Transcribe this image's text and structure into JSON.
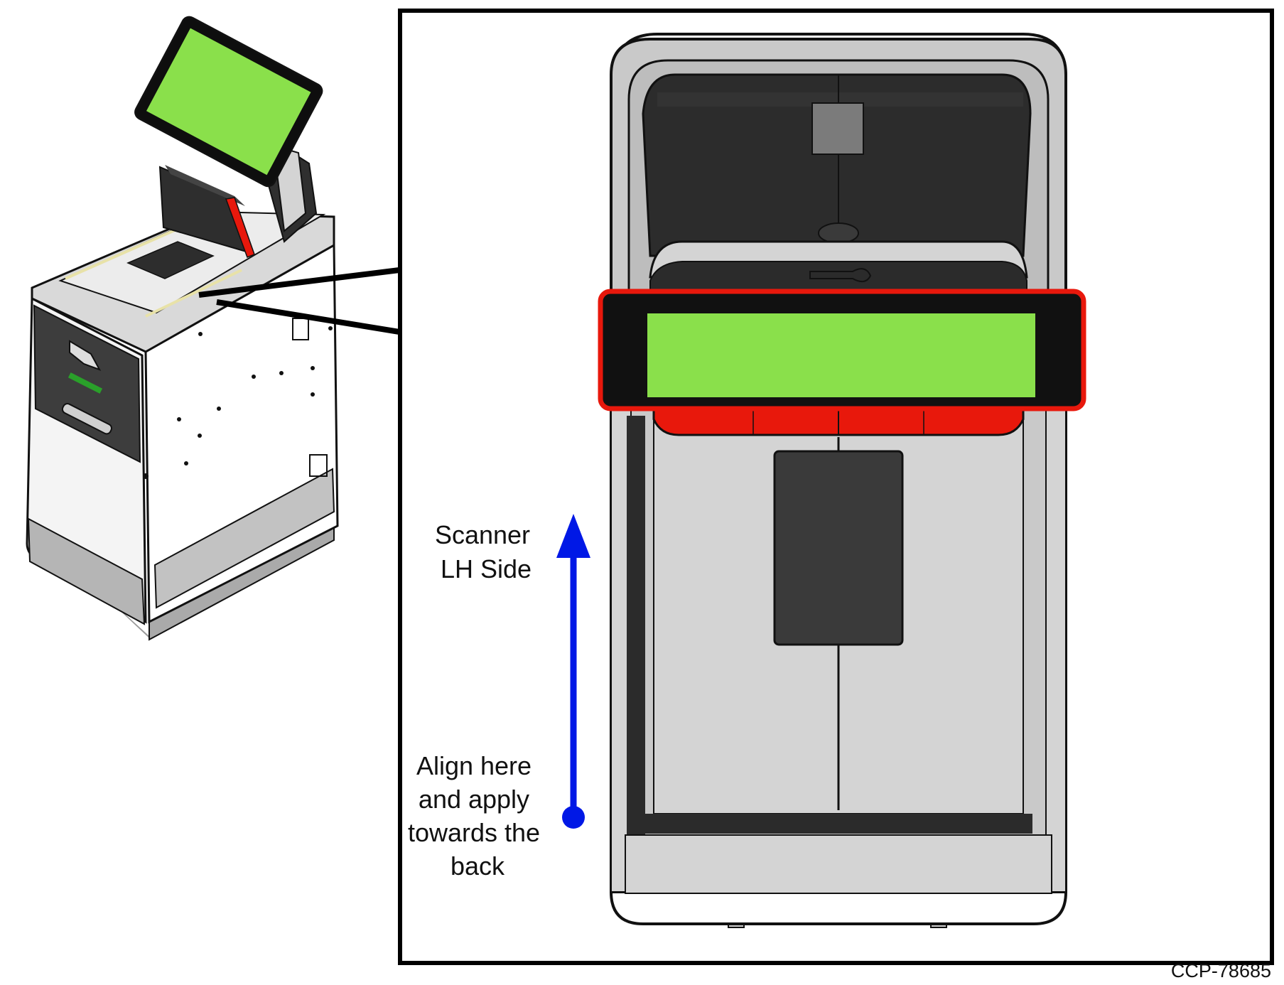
{
  "labels": {
    "scanner_lh_side": [
      "Scanner",
      "LH Side"
    ],
    "align_instruction": [
      "Align here",
      "and apply",
      "towards the",
      "back"
    ]
  },
  "figure_id": "CCP-78685",
  "colors": {
    "arrow": "#0018e6",
    "screen_green": "#8ae04b",
    "trim_red": "#e8180c",
    "frame": "#000000",
    "body_gray": "#d4d4d4",
    "dark_panel": "#3a3a3a"
  },
  "icons": [
    "direction-arrow-icon",
    "alignment-dot-icon"
  ]
}
